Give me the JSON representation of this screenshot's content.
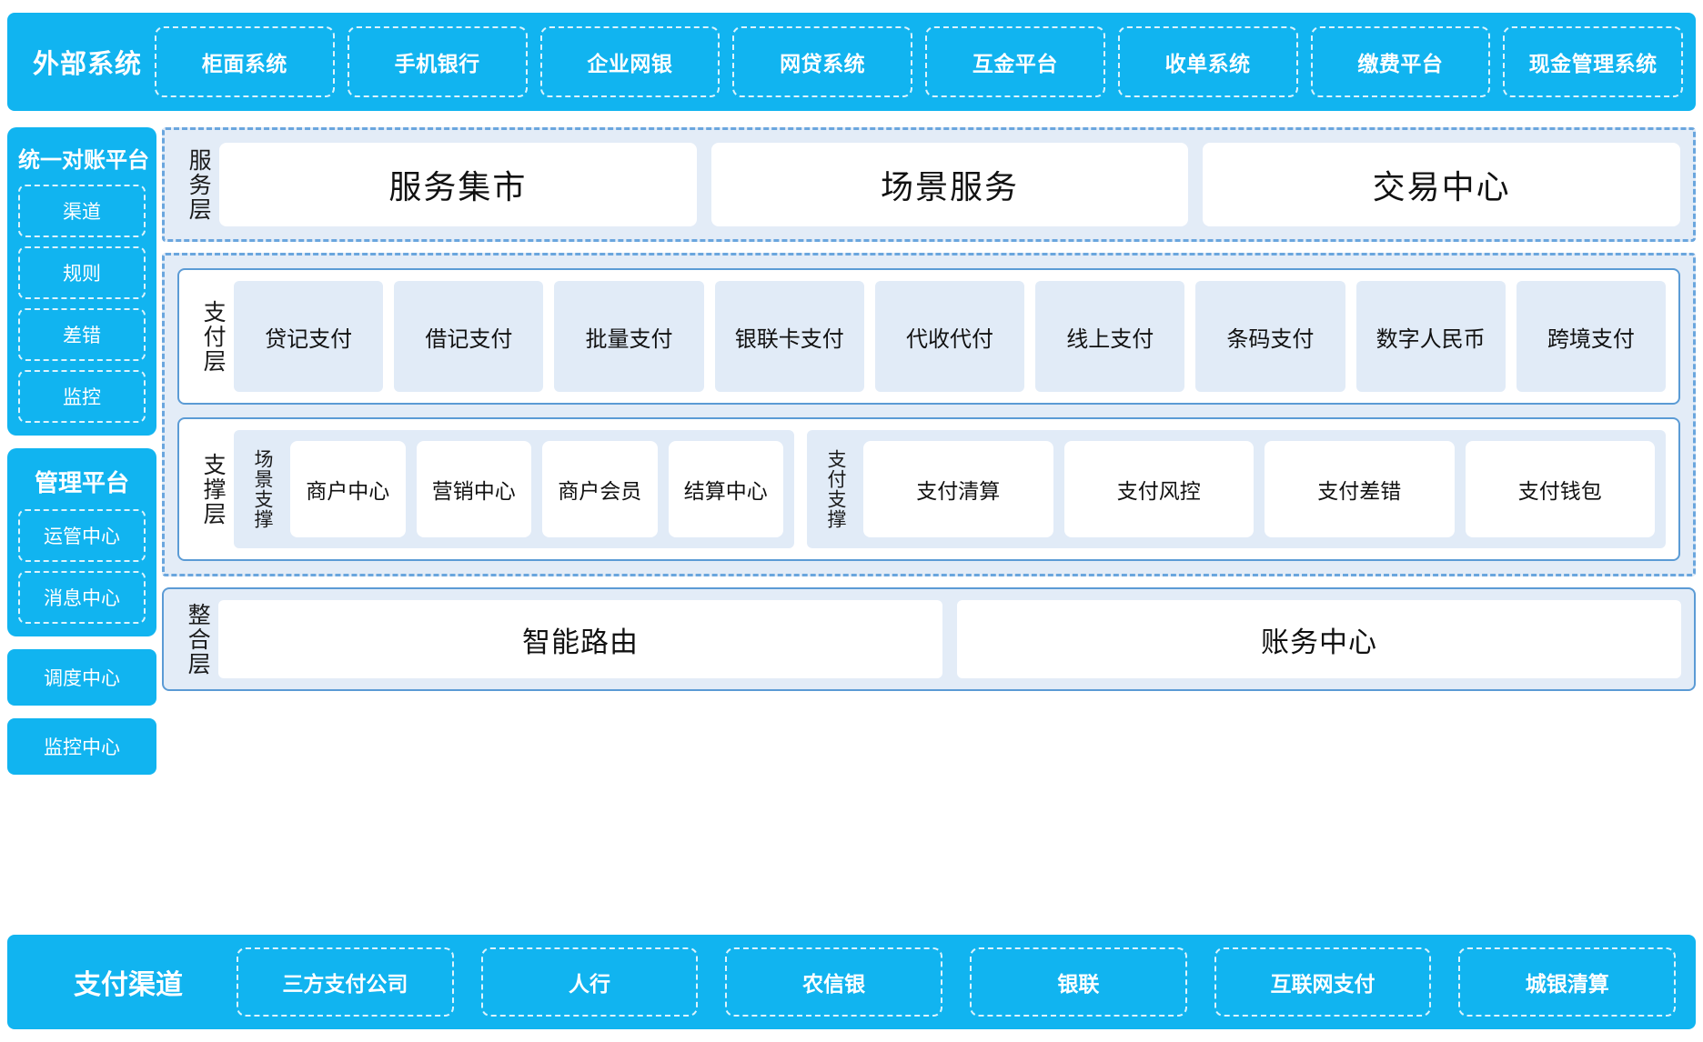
{
  "external_systems": {
    "title": "外部系统",
    "items": [
      "柜面系统",
      "手机银行",
      "企业网银",
      "网贷系统",
      "互金平台",
      "收单系统",
      "缴费平台",
      "现金管理系统"
    ]
  },
  "left_column": {
    "reconciliation_platform": {
      "title": "统一对账平台",
      "items": [
        "渠道",
        "规则",
        "差错",
        "监控"
      ]
    },
    "management_platform": {
      "title": "管理平台",
      "items": [
        "运管中心",
        "消息中心"
      ]
    },
    "standalone": [
      "调度中心",
      "监控中心"
    ]
  },
  "service_layer": {
    "label": "服务层",
    "cards": [
      "服务集市",
      "场景服务",
      "交易中心"
    ]
  },
  "payment_layer": {
    "label": "支付层",
    "cards": [
      "贷记支付",
      "借记支付",
      "批量支付",
      "银联卡支付",
      "代收代付",
      "线上支付",
      "条码支付",
      "数字人民币",
      "跨境支付"
    ]
  },
  "support_layer": {
    "label": "支撑层",
    "groups": [
      {
        "label": "场景支撑",
        "cards": [
          "商户中心",
          "营销中心",
          "商户会员",
          "结算中心"
        ]
      },
      {
        "label": "支付支撑",
        "cards": [
          "支付清算",
          "支付风控",
          "支付差错",
          "支付钱包"
        ]
      }
    ]
  },
  "integration_layer": {
    "label": "整合层",
    "cards": [
      "智能路由",
      "账务中心"
    ]
  },
  "payment_channels": {
    "title": "支付渠道",
    "items": [
      "三方支付公司",
      "人行",
      "农信银",
      "银联",
      "互联网支付",
      "城银清算"
    ]
  },
  "colors": {
    "brand_blue": "#11b4f0",
    "panel_bg": "#e3ecf7",
    "card_bg": "#e1ebf7",
    "border_blue": "#5b9bd5",
    "dash_blue": "#6aa6de"
  }
}
